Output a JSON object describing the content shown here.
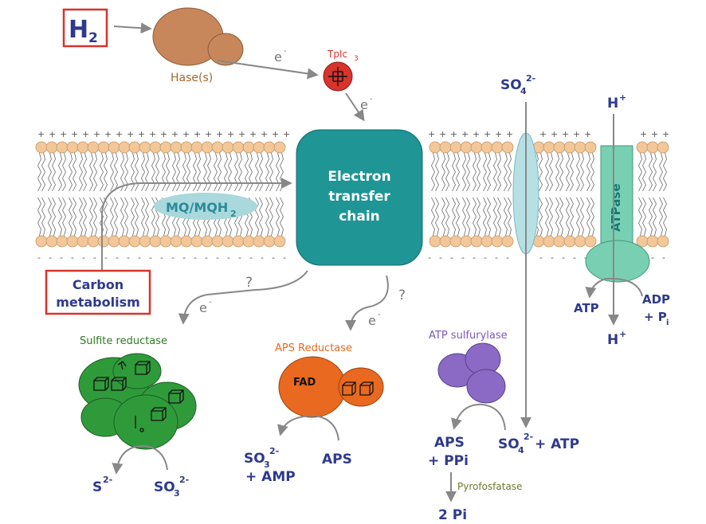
{
  "colors": {
    "navy": "#2e3a8c",
    "red_box": "#d8332c",
    "hase": "#c8875a",
    "teal": "#1f9595",
    "lipid_head": "#f2c79a",
    "green": "#2f9a3a",
    "orange": "#e8691f",
    "purple": "#8a6ac4",
    "atpase": "#79cfb2",
    "light_blue": "#a9d9dc",
    "gray": "#888888"
  },
  "labels": {
    "h2": "H",
    "h2_sub": "2",
    "hase": "Hase(s)",
    "e_minus_1": "e",
    "tpic3": "TpIc",
    "tpic3_sub": "3",
    "e_minus_2": "e",
    "etc_line1": "Electron",
    "etc_line2": "transfer",
    "etc_line3": "chain",
    "mq": "MQ/MQH",
    "mq_sub": "2",
    "so4_top": "SO",
    "so4_top_sub": "4",
    "so4_top_sup": "2-",
    "h_plus_top": "H",
    "h_plus_top_sup": "+",
    "atpase": "ATPase",
    "carbon_line1": "Carbon",
    "carbon_line2": "metabolism",
    "question_1": "?",
    "question_2": "?",
    "e_minus_3": "e",
    "e_minus_4": "e",
    "sulfite_reductase": "Sulfite reductase",
    "aps_reductase": "APS Reductase",
    "fad": "FAD",
    "atp_sulfurylase": "ATP sulfurylase",
    "atp_left": "ATP",
    "adp": "ADP",
    "plus_pi": "+ P",
    "pi_sub": "i",
    "h_plus_bottom": "H",
    "h_plus_bottom_sup": "+",
    "s2": "S",
    "s2_sup": "2-",
    "so3_left": "SO",
    "so3_left_sub": "3",
    "so3_left_sup": "2-",
    "so3_amp_line1": "SO",
    "so3_amp_sub": "3",
    "so3_amp_sup": "2-",
    "so3_amp_line2": "+ AMP",
    "aps": "APS",
    "aps_ppi_line1": "APS",
    "aps_ppi_line2": "+ PPi",
    "so4_atp": "SO",
    "so4_atp_sub": "4",
    "so4_atp_sup": "2-",
    "so4_atp_rest": " + ATP",
    "pyrofosfatase": "Pyrofosfatase",
    "two_pi": "2 Pi"
  }
}
